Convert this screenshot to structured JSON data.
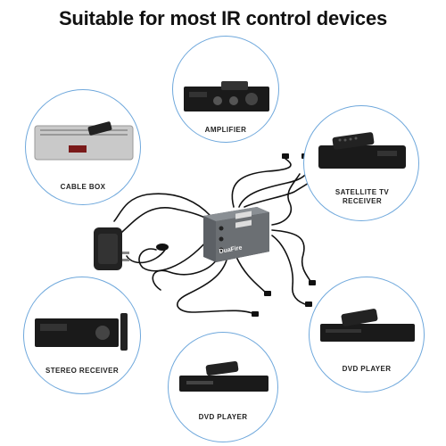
{
  "headline": "Suitable for most IR control devices",
  "hub": {
    "brand": "DuaFire",
    "ports": [
      "ir",
      "ir",
      "ir"
    ]
  },
  "devices": [
    {
      "id": "amplifier",
      "label": "AMPLIFIER"
    },
    {
      "id": "cable-box",
      "label": "CABLE BOX"
    },
    {
      "id": "satellite",
      "label": "SATELLITE TV RECEIVER"
    },
    {
      "id": "stereo",
      "label": "STEREO RECEIVER"
    },
    {
      "id": "dvd-right",
      "label": "DVD PLAYER"
    },
    {
      "id": "dvd-bottom",
      "label": "DVD PLAYER"
    }
  ],
  "colors": {
    "circle_border": "#6fa8dc",
    "device_dark": "#1a1a1a",
    "device_silver": "#c9c9c9",
    "cable": "#111111",
    "hub_body": "#6b6f73"
  }
}
